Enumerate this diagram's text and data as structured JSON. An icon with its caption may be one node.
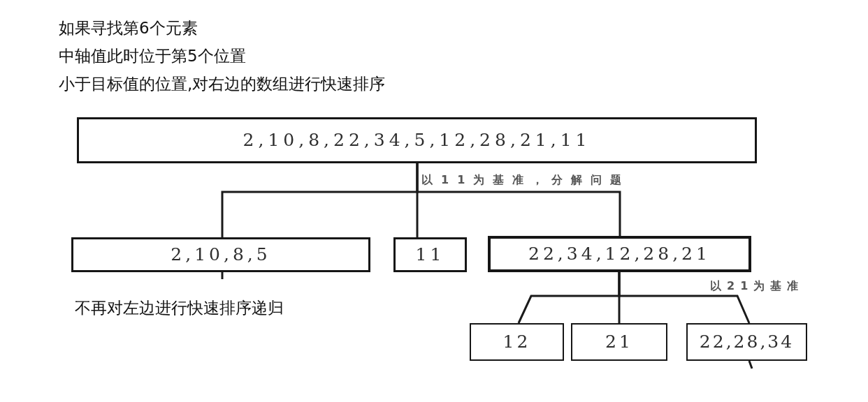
{
  "diagram": {
    "nodes": [
      {
        "text": [
          "2,10,8,22,34,5,12,28,21,11"
        ]
      },
      {
        "text": [
          "2,10,8,5"
        ]
      },
      {
        "text": [
          "11"
        ]
      },
      {
        "text": [
          "22,34,12,28,21"
        ]
      },
      {
        "text": [
          "12"
        ]
      },
      {
        "text": [
          "21"
        ]
      },
      {
        "text": [
          "22,28,34"
        ]
      }
    ],
    "edges": [
      {
        "from": 0,
        "to": 1,
        "arrow": "none"
      },
      {
        "from": 0,
        "to": 2,
        "arrow": "none",
        "label": "以11为基准，分解问题"
      },
      {
        "from": 0,
        "to": 3,
        "arrow": "none"
      },
      {
        "from": 3,
        "to": 4,
        "arrow": "none"
      },
      {
        "from": 3,
        "to": 5,
        "arrow": "none"
      },
      {
        "from": 3,
        "to": 6,
        "arrow": "none",
        "label": "以21为基准"
      },
      {
        "from": 1,
        "to": null,
        "arrow": "none"
      },
      {
        "from": 6,
        "to": null,
        "arrow": "none"
      }
    ],
    "labels": [
      "如果寻找第6个元素",
      "中轴值此时位于第5个位置",
      "小于目标值的位置,对右边的数组进行快速排序",
      "不再对左边进行快速排序递归"
    ]
  }
}
